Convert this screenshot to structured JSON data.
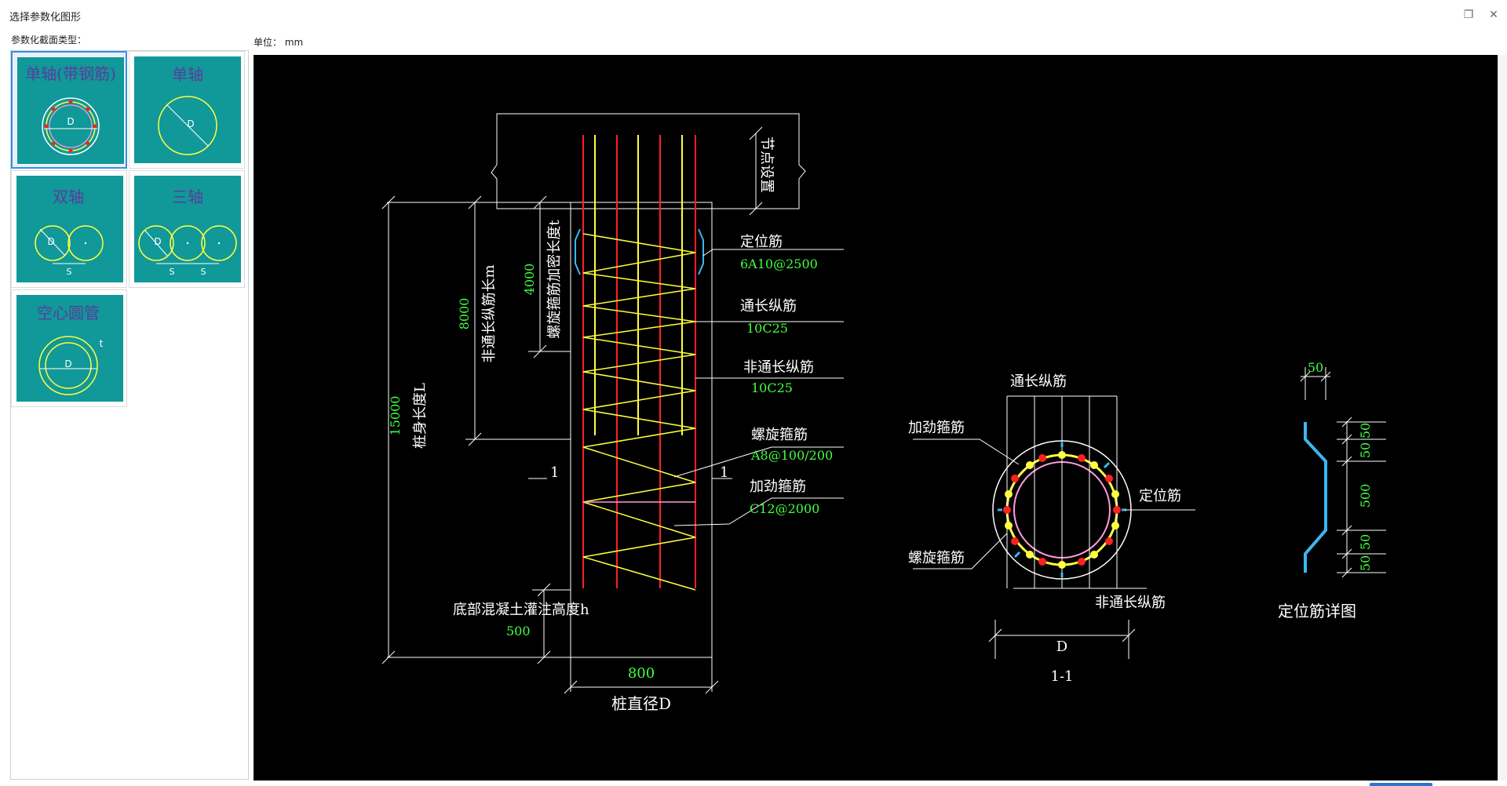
{
  "window": {
    "title": "选择参数化图形",
    "restore_icon": "restore-icon",
    "close_icon": "close-icon"
  },
  "left_panel": {
    "label": "参数化截面类型：",
    "items": [
      {
        "label": "单轴(带钢筋)",
        "d_label": "D",
        "selected": true
      },
      {
        "label": "单轴",
        "d_label": "D",
        "selected": false
      },
      {
        "label": "双轴",
        "d_label": "D",
        "s_label": "S",
        "selected": false
      },
      {
        "label": "三轴",
        "d_label": "D",
        "s_label": "S",
        "selected": false
      },
      {
        "label": "空心圆管",
        "d_label": "D",
        "t_label": "t",
        "selected": false
      }
    ]
  },
  "unit": {
    "label": "单位： mm"
  },
  "drawing": {
    "node_setting": "节点设置",
    "pile_length": {
      "label": "桩身长度L",
      "value": "15000"
    },
    "nonthrough_length": {
      "label": "非通长纵筋长m",
      "value": "8000"
    },
    "spiral_dense_length": {
      "label": "螺旋箍筋加密长度t",
      "value": "4000"
    },
    "section_mark_left": "1",
    "section_mark_right": "1",
    "bottom_concrete": {
      "label": "底部混凝土灌注高度h",
      "value": "500"
    },
    "pile_diameter": {
      "label": "桩直径D",
      "value": "800"
    },
    "callouts": [
      {
        "label": "定位筋",
        "value": "6A10@2500"
      },
      {
        "label": "通长纵筋",
        "value": "10C25"
      },
      {
        "label": "非通长纵筋",
        "value": "10C25"
      },
      {
        "label": "螺旋箍筋",
        "value": "A8@100/200"
      },
      {
        "label": "加劲箍筋",
        "value": "C12@2000"
      }
    ],
    "section": {
      "top_label": "通长纵筋",
      "stiffener_label": "加劲箍筋",
      "locator_label": "定位筋",
      "spiral_label": "螺旋箍筋",
      "nonthrough_label": "非通长纵筋",
      "d_label": "D",
      "section_name": "1-1"
    },
    "detail": {
      "title": "定位筋详图",
      "dims": [
        "50",
        "50",
        "50",
        "500",
        "50",
        "50"
      ]
    }
  },
  "colors": {
    "teal": "#119898",
    "purple_text": "#5a3d9e",
    "rebar_red": "#ff2020",
    "spiral_yellow": "#ffff40",
    "dim_green": "#40ff40",
    "locator_blue": "#3ab8f0",
    "stiffener_pink": "#ff9cdc"
  }
}
